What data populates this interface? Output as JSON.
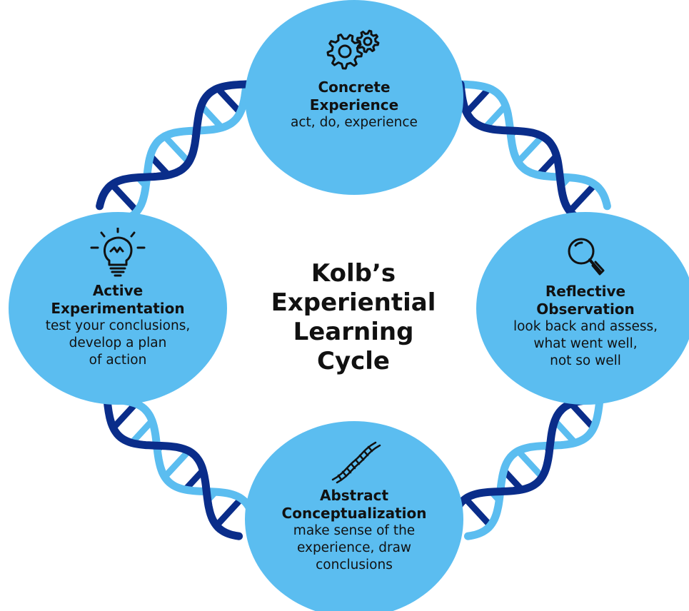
{
  "colors": {
    "circle_fill": "#5bbdf0",
    "helix_dark": "#0a2d8a",
    "helix_light": "#5bbdf0",
    "text": "#111111"
  },
  "title": {
    "line1": "Kolb’s",
    "line2": "Experiential",
    "line3": "Learning",
    "line4": "Cycle"
  },
  "stages": {
    "concrete": {
      "icon": "gears-icon",
      "title": [
        "Concrete",
        "Experience"
      ],
      "description": [
        "act, do, experience"
      ]
    },
    "reflective": {
      "icon": "magnifying-glass-icon",
      "title": [
        "Reflective",
        "Observation"
      ],
      "description": [
        "look back and assess,",
        "what went well,",
        "not so well"
      ]
    },
    "abstract": {
      "icon": "dna-icon",
      "title": [
        "Abstract",
        "Conceptualization"
      ],
      "description": [
        "make sense of the",
        "experience, draw",
        "conclusions"
      ]
    },
    "active": {
      "icon": "lightbulb-icon",
      "title": [
        "Active",
        "Experimentation"
      ],
      "description": [
        "test your conclusions,",
        "develop a plan",
        "of action"
      ]
    }
  }
}
